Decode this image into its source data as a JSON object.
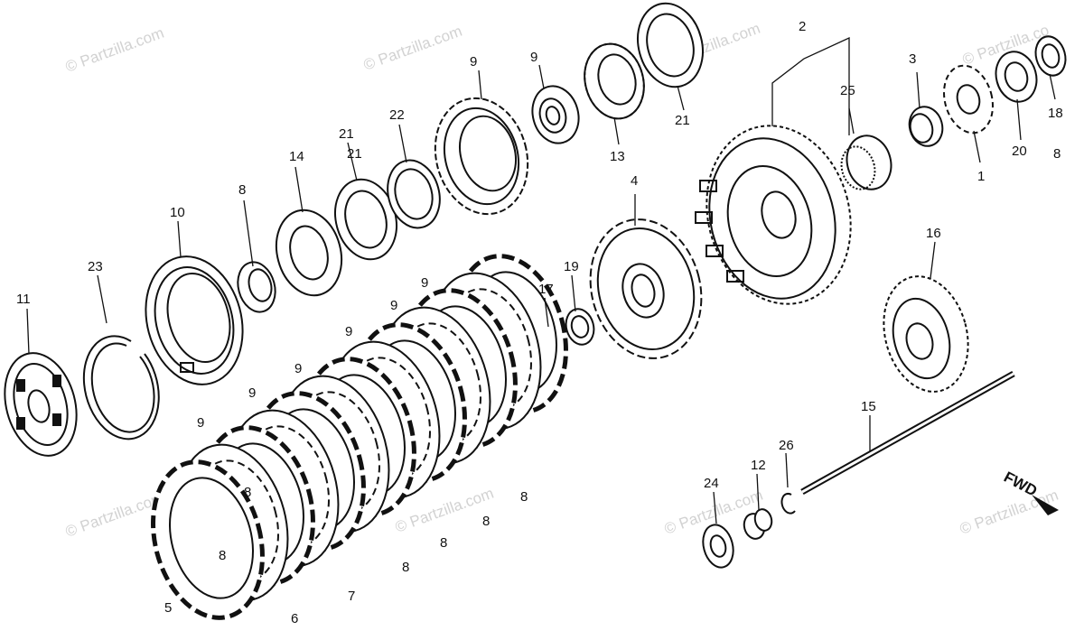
{
  "diagram": {
    "watermarks": [
      "© Partzilla.com",
      "© Partzilla.com",
      "© Partzilla.com",
      "© Partzilla.co",
      "© Partzilla.com",
      "© Partzilla.com",
      "© Partzilla.com",
      "© Partzilla.com"
    ],
    "direction_label": "FWD",
    "callouts": [
      "1",
      "2",
      "3",
      "4",
      "5",
      "6",
      "7",
      "8",
      "8",
      "8",
      "8",
      "8",
      "8",
      "8",
      "8",
      "9",
      "9",
      "9",
      "9",
      "9",
      "9",
      "9",
      "9",
      "10",
      "11",
      "12",
      "13",
      "14",
      "15",
      "16",
      "17",
      "18",
      "19",
      "20",
      "21",
      "21",
      "21",
      "22",
      "23",
      "24",
      "25",
      "26"
    ]
  }
}
